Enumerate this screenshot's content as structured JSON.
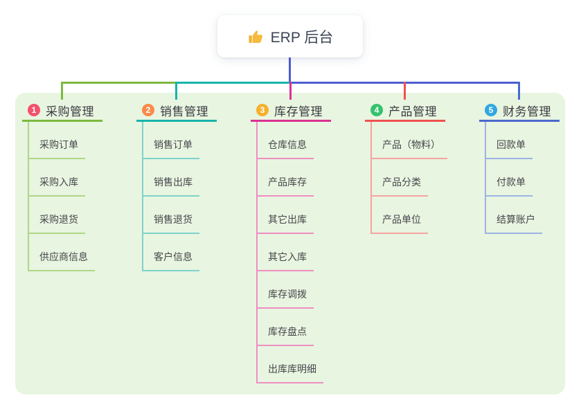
{
  "root": {
    "label": "ERP 后台",
    "icon": "thumbs-up",
    "icon_color": "#f6bb3e"
  },
  "panel": {
    "background": "#e8f5e0"
  },
  "connector": {
    "stem_color": "#4c5cd2",
    "bus_left_color": "#7db83e",
    "bus_mid_color": "#17b3ab",
    "bus_right_color": "#4c5cd2"
  },
  "branches": [
    {
      "num": "1",
      "title": "采购管理",
      "badge_color": "#f4516c",
      "line_color": "#7db83e",
      "light_color": "#aed687",
      "children": [
        "采购订单",
        "采购入库",
        "采购退货",
        "供应商信息"
      ]
    },
    {
      "num": "2",
      "title": "销售管理",
      "badge_color": "#fa8b4b",
      "line_color": "#17b3ab",
      "light_color": "#7dd2cb",
      "children": [
        "销售订单",
        "销售出库",
        "销售退货",
        "客户信息"
      ]
    },
    {
      "num": "3",
      "title": "库存管理",
      "badge_color": "#f5b02d",
      "line_color": "#dc3092",
      "light_color": "#ef8ec2",
      "children": [
        "仓库信息",
        "产品库存",
        "其它出库",
        "其它入库",
        "库存调拨",
        "库存盘点",
        "出库库明细"
      ]
    },
    {
      "num": "4",
      "title": "产品管理",
      "badge_color": "#36c26d",
      "line_color": "#f05152",
      "light_color": "#f5a3a1",
      "children": [
        "产品（物料）",
        "产品分类",
        "产品单位"
      ]
    },
    {
      "num": "5",
      "title": "财务管理",
      "badge_color": "#30a8e0",
      "line_color": "#4a68ce",
      "light_color": "#9db3e6",
      "children": [
        "回款单",
        "付款单",
        "结算账户"
      ]
    }
  ]
}
